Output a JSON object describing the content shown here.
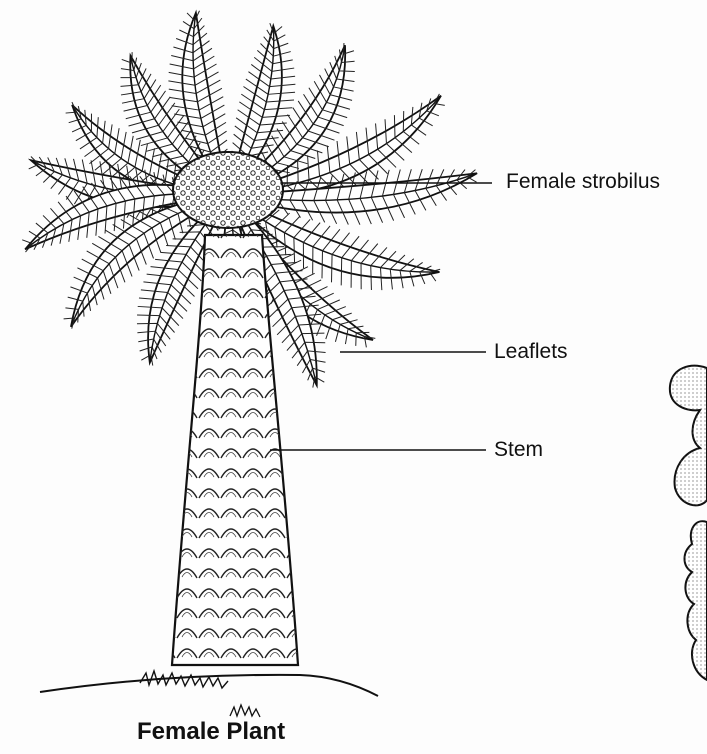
{
  "labels": {
    "female_strobilus": "Female strobilus",
    "leaflets": "Leaflets",
    "stem": "Stem"
  },
  "caption": "Female Plant",
  "colors": {
    "ink": "#111111",
    "paper": "#fdfdfd"
  }
}
